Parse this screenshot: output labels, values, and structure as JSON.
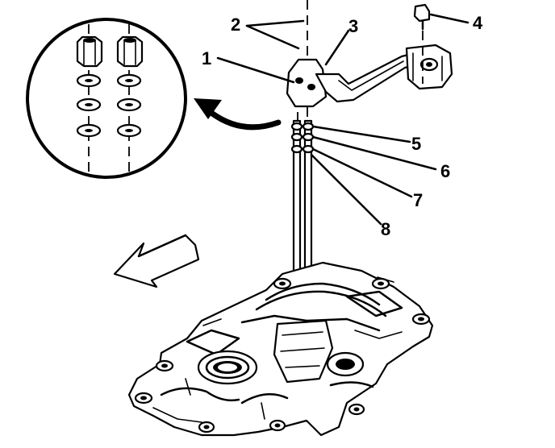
{
  "callouts": {
    "c1": "1",
    "c2": "2",
    "c3": "3",
    "c4": "4",
    "c5": "5",
    "c6": "6",
    "c7": "7",
    "c8": "8"
  },
  "colors": {
    "ink": "#000000",
    "background": "#ffffff"
  },
  "icons": {
    "detail_arrow": "curved-arrow-icon",
    "front_arrow": "front-direction-arrow-icon"
  }
}
